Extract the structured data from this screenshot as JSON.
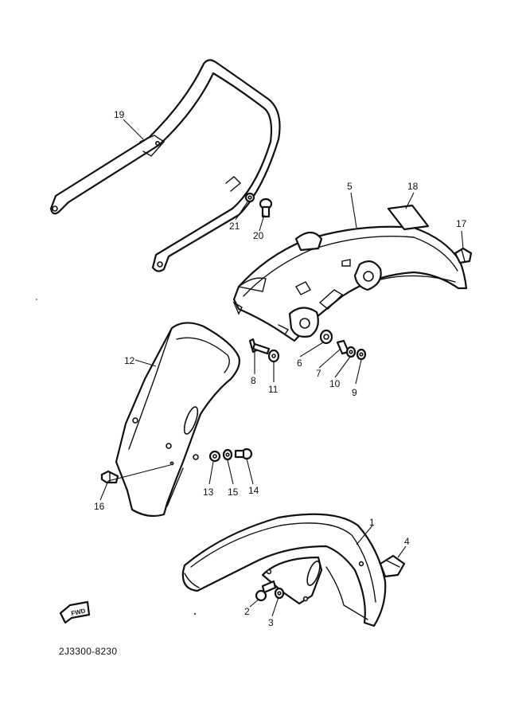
{
  "diagram": {
    "reference_code": "2J3300-8230",
    "direction_label": "FWD",
    "callouts": [
      "1",
      "2",
      "3",
      "4",
      "5",
      "6",
      "7",
      "8",
      "9",
      "10",
      "11",
      "12",
      "13",
      "14",
      "15",
      "16",
      "17",
      "18",
      "19",
      "20",
      "21"
    ]
  },
  "colors": {
    "ink": "#111111",
    "paper": "#ffffff"
  }
}
